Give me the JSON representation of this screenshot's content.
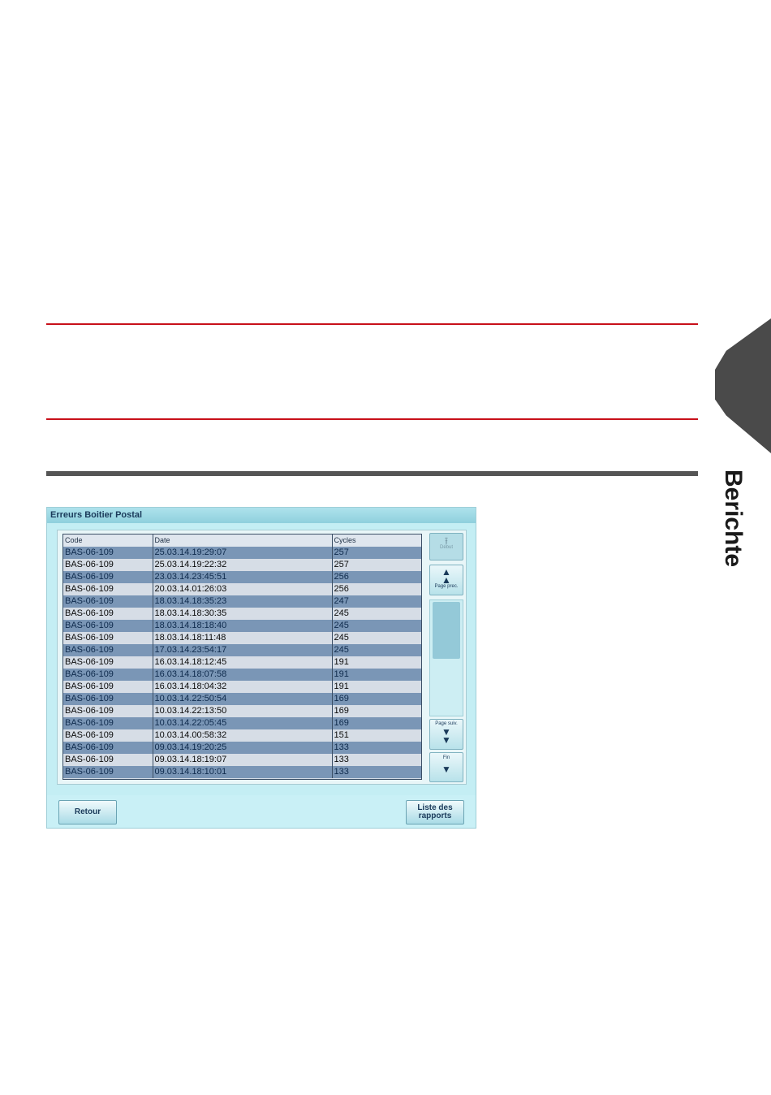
{
  "side_tab": {
    "label": "Berichte"
  },
  "screen": {
    "title": "Erreurs Boitier Postal",
    "table": {
      "headers": [
        "Code",
        "Date",
        "Cycles"
      ],
      "rows": [
        [
          "BAS-06-109",
          "25.03.14.19:29:07",
          "257"
        ],
        [
          "BAS-06-109",
          "25.03.14.19:22:32",
          "257"
        ],
        [
          "BAS-06-109",
          "23.03.14.23:45:51",
          "256"
        ],
        [
          "BAS-06-109",
          "20.03.14.01:26:03",
          "256"
        ],
        [
          "BAS-06-109",
          "18.03.14.18:35:23",
          "247"
        ],
        [
          "BAS-06-109",
          "18.03.14.18:30:35",
          "245"
        ],
        [
          "BAS-06-109",
          "18.03.14.18:18:40",
          "245"
        ],
        [
          "BAS-06-109",
          "18.03.14.18:11:48",
          "245"
        ],
        [
          "BAS-06-109",
          "17.03.14.23:54:17",
          "245"
        ],
        [
          "BAS-06-109",
          "16.03.14.18:12:45",
          "191"
        ],
        [
          "BAS-06-109",
          "16.03.14.18:07:58",
          "191"
        ],
        [
          "BAS-06-109",
          "16.03.14.18:04:32",
          "191"
        ],
        [
          "BAS-06-109",
          "10.03.14.22:50:54",
          "169"
        ],
        [
          "BAS-06-109",
          "10.03.14.22:13:50",
          "169"
        ],
        [
          "BAS-06-109",
          "10.03.14.22:05:45",
          "169"
        ],
        [
          "BAS-06-109",
          "10.03.14.00:58:32",
          "151"
        ],
        [
          "BAS-06-109",
          "09.03.14.19:20:25",
          "133"
        ],
        [
          "BAS-06-109",
          "09.03.14.18:19:07",
          "133"
        ],
        [
          "BAS-06-109",
          "09.03.14.18:10:01",
          "133"
        ]
      ]
    },
    "scroll": {
      "first_label": "Début",
      "prev_label": "Page prec.",
      "next_label": "Page suiv.",
      "last_label": "Fin"
    },
    "buttons": {
      "back": "Retour",
      "reports_line1": "Liste des",
      "reports_line2": "rapports"
    }
  }
}
